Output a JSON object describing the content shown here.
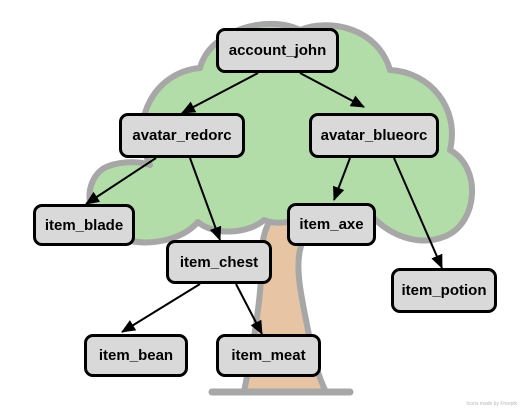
{
  "colors": {
    "foliage": "#b2dca8",
    "foliage_outline": "#a7a7a7",
    "trunk": "#e6c4a4",
    "node_fill": "#d9d9d9",
    "node_border": "#000000",
    "edge": "#000000"
  },
  "nodes": {
    "account_john": "account_john",
    "avatar_redorc": "avatar_redorc",
    "avatar_blueorc": "avatar_blueorc",
    "item_blade": "item_blade",
    "item_axe": "item_axe",
    "item_chest": "item_chest",
    "item_potion": "item_potion",
    "item_bean": "item_bean",
    "item_meat": "item_meat"
  },
  "edges": [
    {
      "from": "account_john",
      "to": "avatar_redorc"
    },
    {
      "from": "account_john",
      "to": "avatar_blueorc"
    },
    {
      "from": "avatar_redorc",
      "to": "item_blade"
    },
    {
      "from": "avatar_redorc",
      "to": "item_chest"
    },
    {
      "from": "avatar_blueorc",
      "to": "item_axe"
    },
    {
      "from": "avatar_blueorc",
      "to": "item_potion"
    },
    {
      "from": "item_chest",
      "to": "item_bean"
    },
    {
      "from": "item_chest",
      "to": "item_meat"
    }
  ],
  "credit": "Icons made by Freepik"
}
